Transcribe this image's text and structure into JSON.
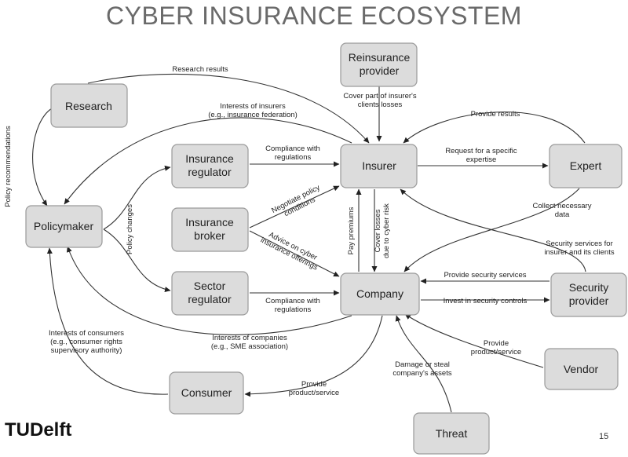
{
  "title": "CYBER INSURANCE ECOSYSTEM",
  "nodes": {
    "research": [
      "Research"
    ],
    "reinsurance": [
      "Reinsurance",
      "provider"
    ],
    "insurer": [
      "Insurer"
    ],
    "expert": [
      "Expert"
    ],
    "insurance_regulator": [
      "Insurance",
      "regulator"
    ],
    "insurance_broker": [
      "Insurance",
      "broker"
    ],
    "policymaker": [
      "Policymaker"
    ],
    "sector_regulator": [
      "Sector",
      "regulator"
    ],
    "company": [
      "Company"
    ],
    "security_provider": [
      "Security",
      "provider"
    ],
    "vendor": [
      "Vendor"
    ],
    "consumer": [
      "Consumer"
    ],
    "threat": [
      "Threat"
    ]
  },
  "edge_labels": {
    "research_results": [
      "Research results"
    ],
    "policy_recommendations": [
      "Policy recommendations"
    ],
    "interests_insurers": [
      "Interests of insurers",
      "(e.g., insurance federation)"
    ],
    "cover_part": [
      "Cover  part of insurer's",
      "clients losses"
    ],
    "provide_results": [
      "Provide results"
    ],
    "request_expertise": [
      "Request for a specific",
      "expertise"
    ],
    "compliance_1": [
      "Compliance with",
      "regulations"
    ],
    "policy_changes": [
      "Policy changes"
    ],
    "negotiate": [
      "Negotiate policy",
      "conditions"
    ],
    "advice": [
      "Advice on cyber",
      "insurance offerings"
    ],
    "pay_premiums": [
      "Pay premiums"
    ],
    "cover_losses": [
      "Cover  losses",
      "due to cyber risk"
    ],
    "collect_data": [
      "Collect necessary",
      "data"
    ],
    "security_services_insurer": [
      "Security services for",
      "insurer and its clients"
    ],
    "provide_security": [
      "Provide security services"
    ],
    "invest_security": [
      "Invest in security controls"
    ],
    "compliance_2": [
      "Compliance with",
      "regulations"
    ],
    "interests_consumers": [
      "Interests of consumers",
      "(e.g., consumer rights",
      "supervisory authority)"
    ],
    "interests_companies": [
      "Interests of companies",
      "(e.g., SME association)"
    ],
    "provide_product_vendor": [
      "Provide",
      "product/service"
    ],
    "damage": [
      "Damage or steal",
      "company's assets"
    ],
    "provide_product_consumer": [
      "Provide",
      "product/service"
    ]
  },
  "logo": {
    "tu": "TU",
    "rest": "Delft"
  },
  "page_number": "15"
}
